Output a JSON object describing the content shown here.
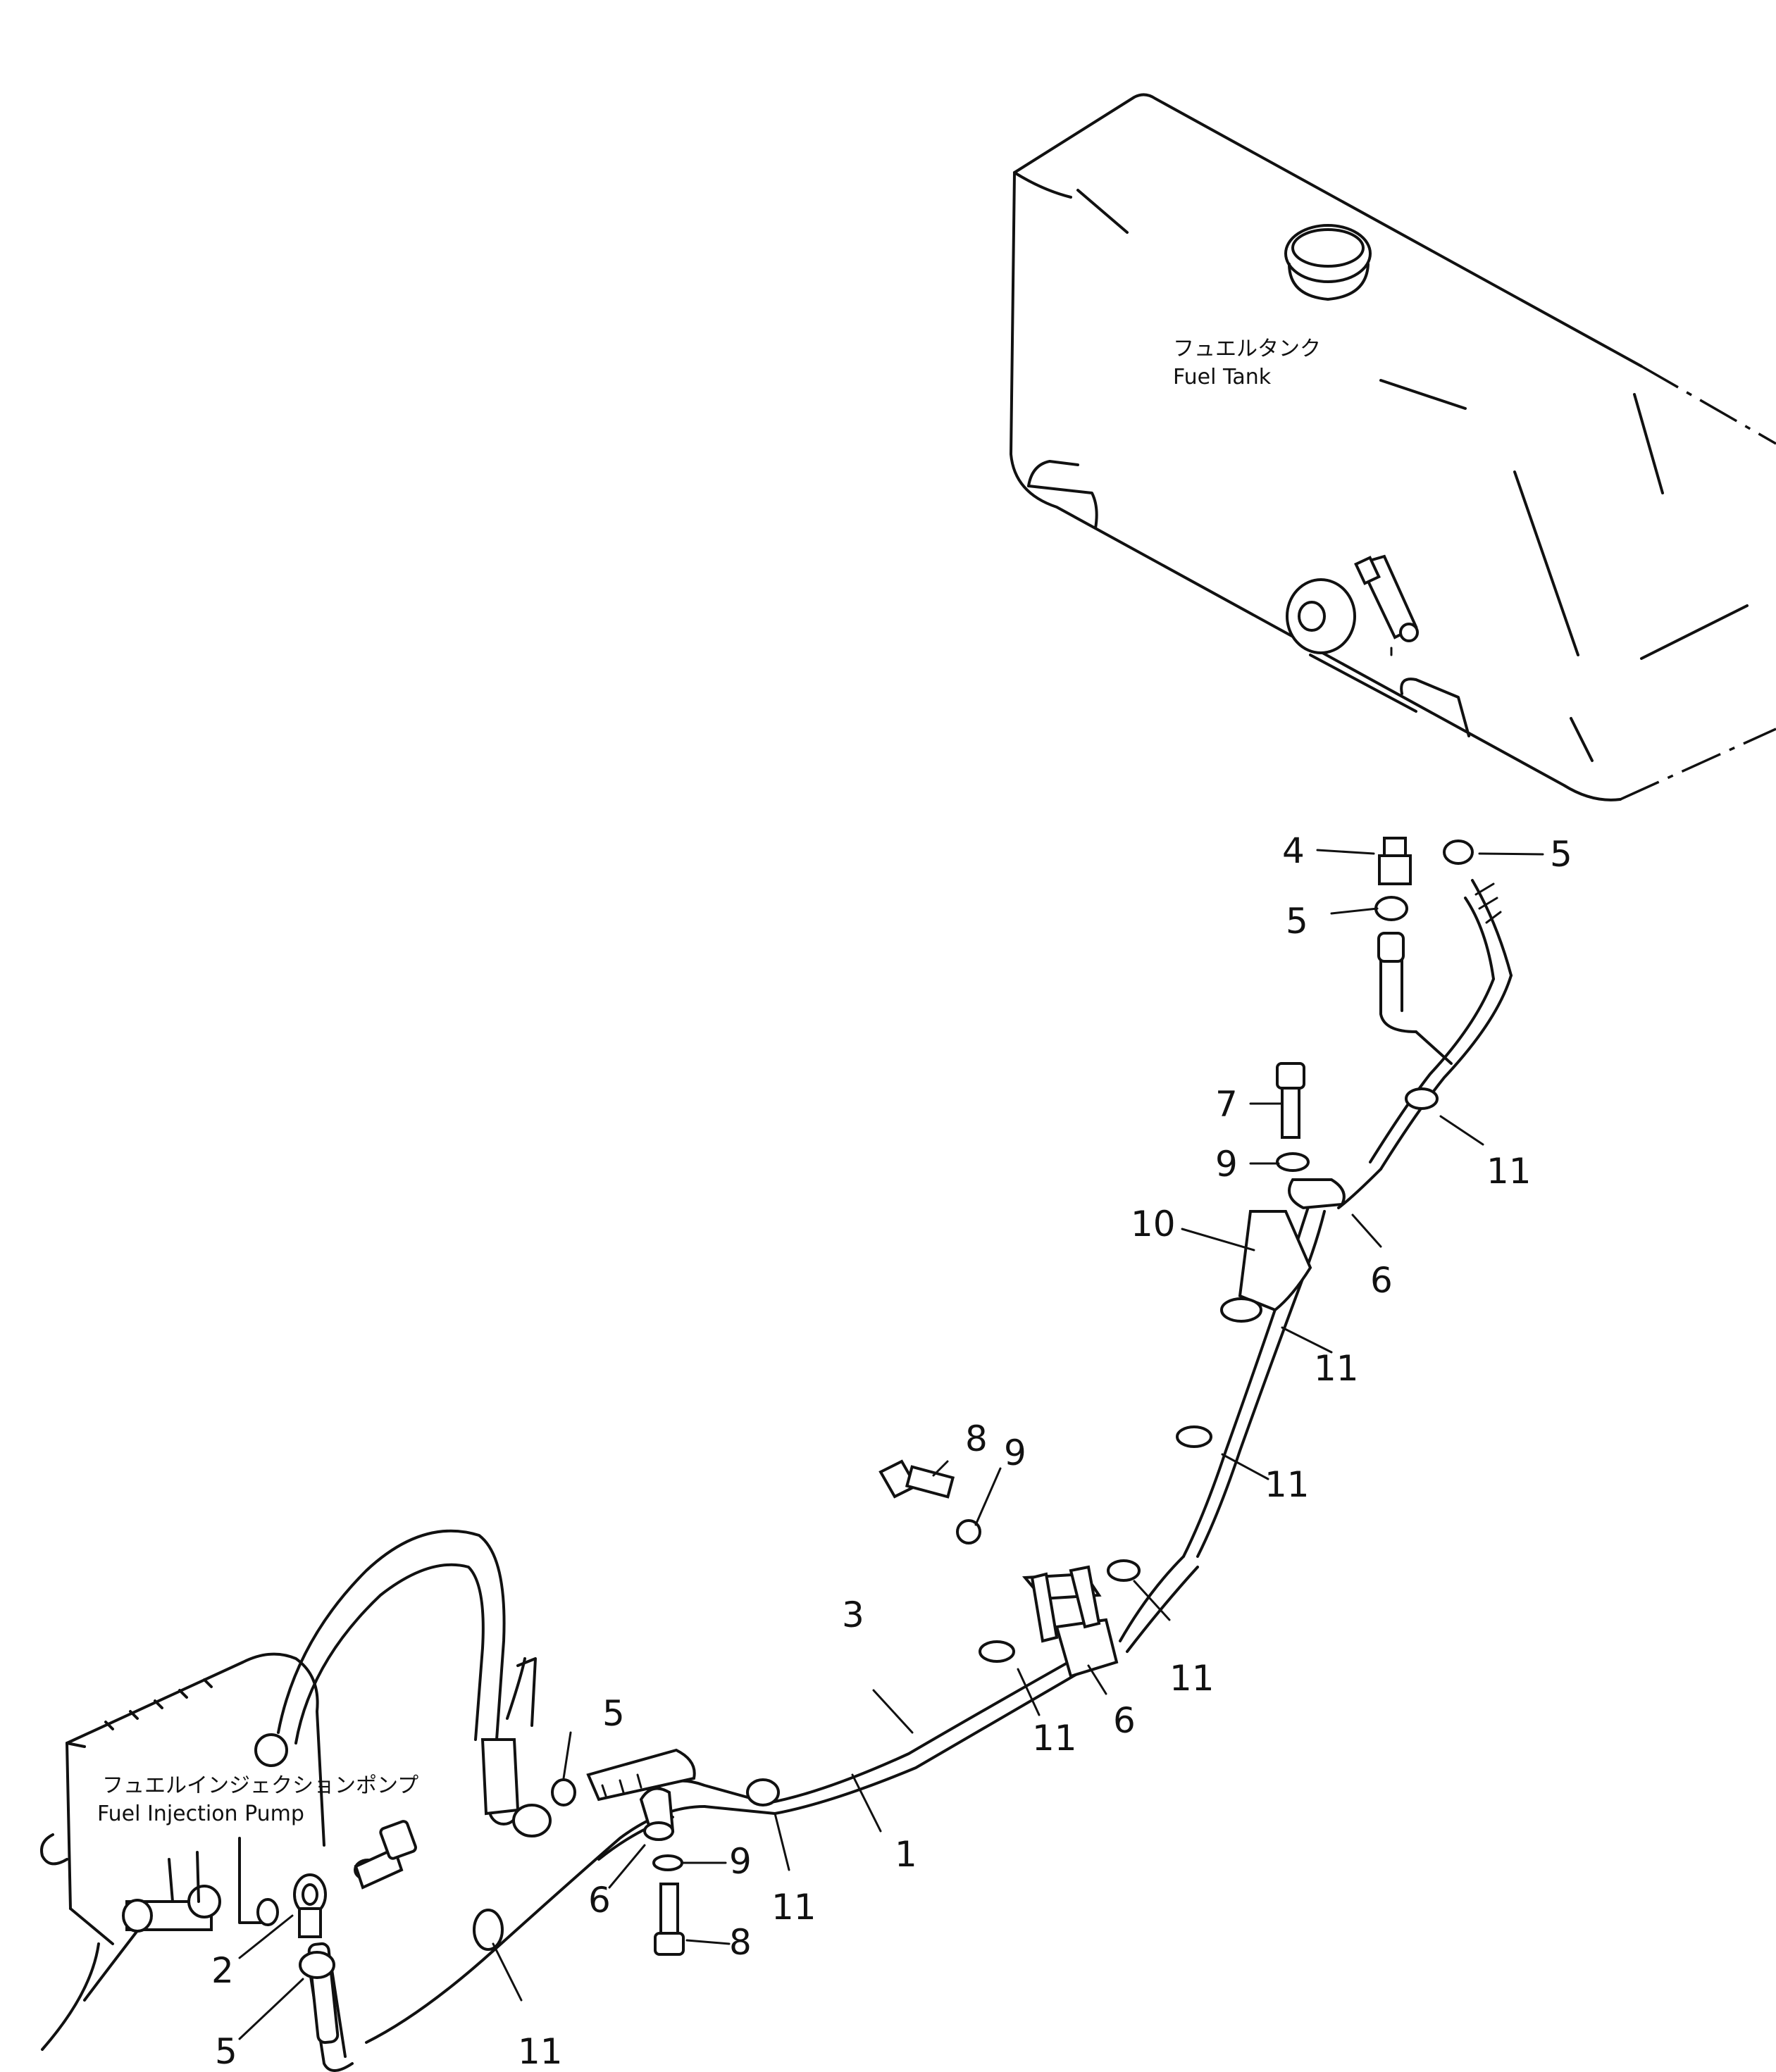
{
  "labels": {
    "fuel_tank_ja": "フュエルタンク",
    "fuel_tank_en": "Fuel  Tank",
    "injection_pump_ja": "フュエルインジェクションポンプ",
    "injection_pump_en": "Fuel  Injection  Pump"
  },
  "callouts": [
    "1",
    "2",
    "3",
    "4",
    "5",
    "6",
    "7",
    "8",
    "9",
    "10",
    "11"
  ]
}
